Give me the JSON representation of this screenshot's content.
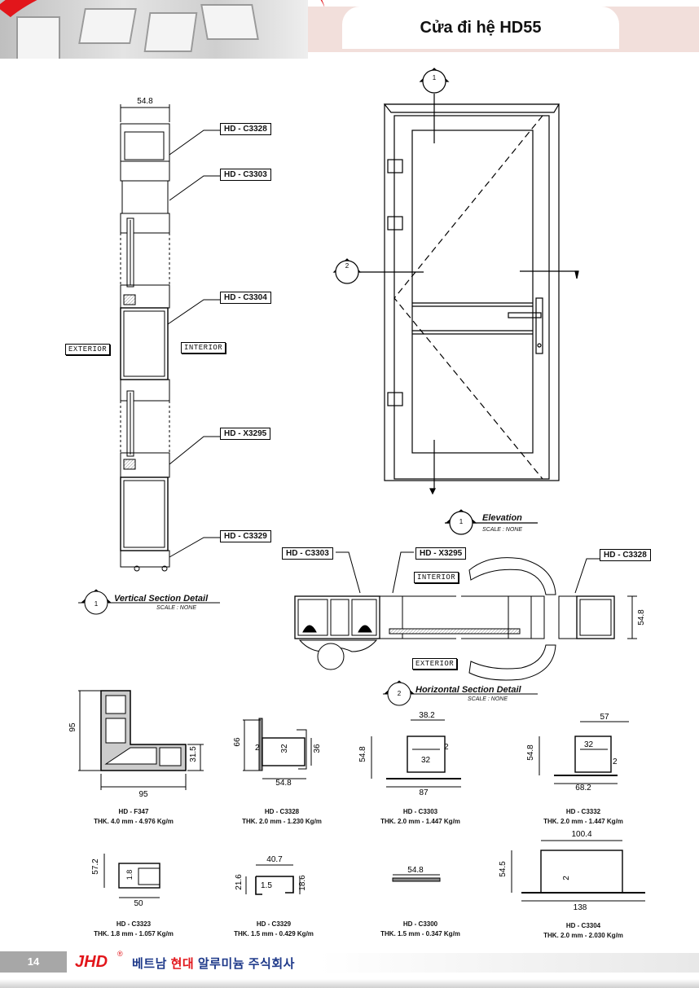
{
  "header": {
    "title": "Cửa đi hệ HD55"
  },
  "vertical_section": {
    "width_dim": "54.8",
    "labels": [
      "HD - C3328",
      "HD - C3303",
      "HD - C3304",
      "HD - X3295",
      "HD - C3329"
    ],
    "exterior": "EXTERIOR",
    "interior": "INTERIOR",
    "marker_num": "1",
    "title": "Vertical Section Detail",
    "scale": "SCALE : NONE"
  },
  "elevation": {
    "marker_top": "1",
    "marker_left": "2",
    "marker_num": "1",
    "title": "Elevation",
    "scale": "SCALE : NONE"
  },
  "horizontal_section": {
    "labels": [
      "HD - C3303",
      "HD - X3295",
      "HD - C3328"
    ],
    "interior": "INTERIOR",
    "exterior": "EXTERIOR",
    "height_dim": "54.8",
    "marker_num": "2",
    "title": "Horizontal Section Detail",
    "scale": "SCALE : NONE"
  },
  "profiles": [
    {
      "name": "HD - F347",
      "thk": "THK. 4.0 mm - 4.976 Kg/m",
      "dims": [
        "95",
        "31.5",
        "95"
      ]
    },
    {
      "name": "HD - C3328",
      "thk": "THK. 2.0 mm - 1.230 Kg/m",
      "dims": [
        "66",
        "2",
        "32",
        "36",
        "54.8"
      ]
    },
    {
      "name": "HD - C3303",
      "thk": "THK. 2.0 mm - 1.447 Kg/m",
      "dims": [
        "38.2",
        "54.8",
        "2",
        "32",
        "87"
      ]
    },
    {
      "name": "HD - C3332",
      "thk": "THK. 2.0 mm - 1.447 Kg/m",
      "dims": [
        "57",
        "54.8",
        "32",
        "2",
        "68.2"
      ]
    },
    {
      "name": "HD - C3323",
      "thk": "THK. 1.8 mm - 1.057 Kg/m",
      "dims": [
        "57.2",
        "1.8",
        "50"
      ]
    },
    {
      "name": "HD - C3329",
      "thk": "THK. 1.5 mm - 0.429 Kg/m",
      "dims": [
        "40.7",
        "21.6",
        "1.5",
        "18.6"
      ]
    },
    {
      "name": "HD - C3300",
      "thk": "THK. 1.5 mm - 0.347 Kg/m",
      "dims": [
        "54.8"
      ]
    },
    {
      "name": "HD - C3304",
      "thk": "THK. 2.0 mm - 2.030 Kg/m",
      "dims": [
        "100.4",
        "54.5",
        "2",
        "138"
      ]
    }
  ],
  "footer": {
    "page": "14",
    "logo": "JHD",
    "reg": "®",
    "company_a": "베트남 ",
    "company_b": "현대",
    "company_c": " 알루미늄 주식회사"
  }
}
